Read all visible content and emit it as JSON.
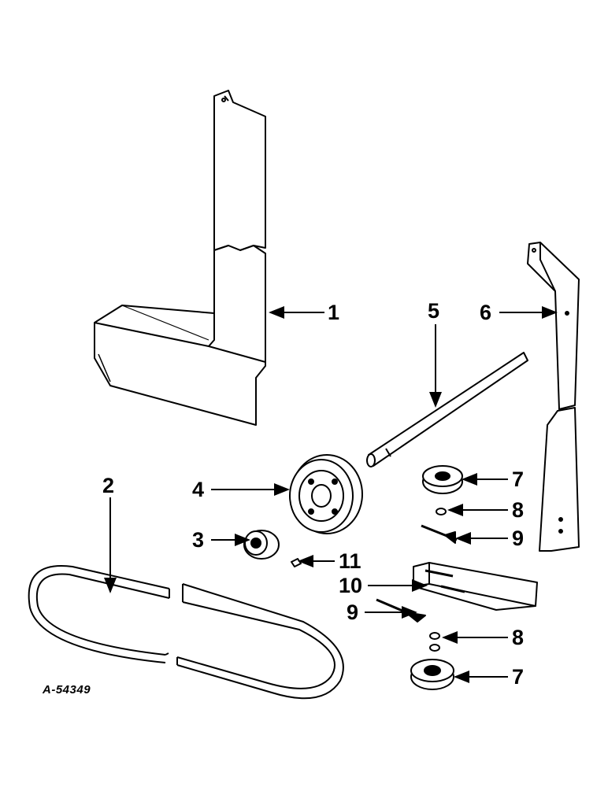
{
  "drawing_id": "A-54349",
  "callouts": [
    {
      "id": "c1",
      "label": "1"
    },
    {
      "id": "c2",
      "label": "2"
    },
    {
      "id": "c3",
      "label": "3"
    },
    {
      "id": "c4",
      "label": "4"
    },
    {
      "id": "c5",
      "label": "5"
    },
    {
      "id": "c6",
      "label": "6"
    },
    {
      "id": "c7a",
      "label": "7"
    },
    {
      "id": "c8a",
      "label": "8"
    },
    {
      "id": "c9a",
      "label": "9"
    },
    {
      "id": "c10",
      "label": "10"
    },
    {
      "id": "c11",
      "label": "11"
    },
    {
      "id": "c9b",
      "label": "9"
    },
    {
      "id": "c8b",
      "label": "8"
    },
    {
      "id": "c7b",
      "label": "7"
    }
  ],
  "colors": {
    "ink": "#000000",
    "paper": "#ffffff"
  }
}
